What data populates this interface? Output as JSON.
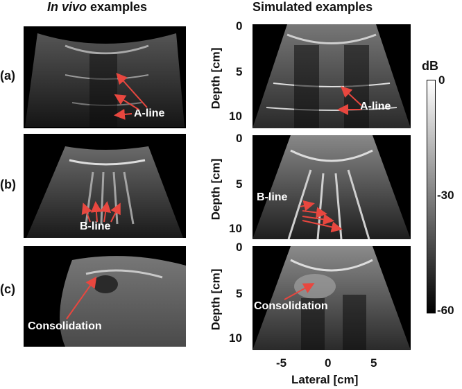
{
  "titles": {
    "left_emph": "In vivo",
    "left_rest": " examples",
    "right": "Simulated examples"
  },
  "rows": [
    {
      "label": "(a)",
      "invivo_annotation": "A-line",
      "sim_annotation": "A-line"
    },
    {
      "label": "(b)",
      "invivo_annotation": "B-line",
      "sim_annotation": "B-line"
    },
    {
      "label": "(c)",
      "invivo_annotation": "Consolidation",
      "sim_annotation": "Consolidation"
    }
  ],
  "axes": {
    "y_label": "Depth [cm]",
    "y_ticks": [
      "0",
      "5",
      "10"
    ],
    "x_label": "Lateral [cm]",
    "x_ticks": [
      "-5",
      "0",
      "5"
    ]
  },
  "colorbar": {
    "unit": "dB",
    "ticks": [
      "0",
      "-30",
      "-60"
    ]
  },
  "colors": {
    "arrow": "#e8473f",
    "background": "#ffffff",
    "image_bg": "#000000"
  }
}
